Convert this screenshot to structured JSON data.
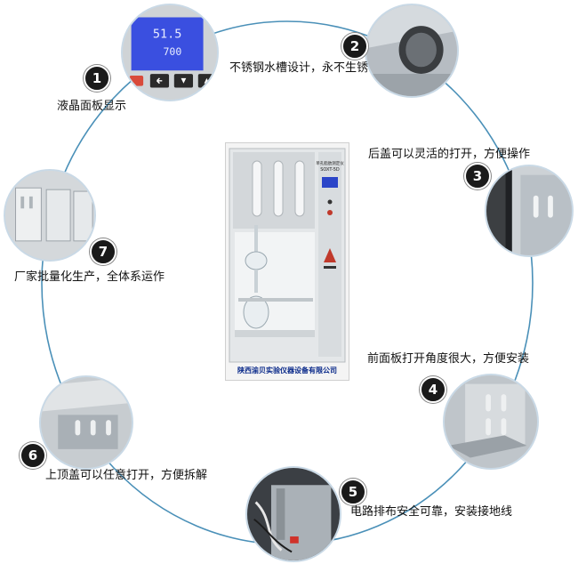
{
  "features": [
    {
      "num": "1",
      "caption": "液晶面板显示",
      "icon": "lcd-panel"
    },
    {
      "num": "2",
      "caption": "不锈钢水槽设计，永不生锈",
      "icon": "stainless-tank"
    },
    {
      "num": "3",
      "caption": "后盖可以灵活的打开，方便操作",
      "icon": "rear-cover"
    },
    {
      "num": "4",
      "caption": "前面板打开角度很大，方便安装",
      "icon": "front-panel"
    },
    {
      "num": "5",
      "caption": "电路排布安全可靠，安装接地线",
      "icon": "circuit-wiring"
    },
    {
      "num": "6",
      "caption": "上顶盖可以任意打开，方便拆解",
      "icon": "top-cover"
    },
    {
      "num": "7",
      "caption": "厂家批量化生产，全体系运作",
      "icon": "production-line"
    }
  ],
  "lcd": {
    "line1": "51.5",
    "line2": "700",
    "btn_left": "Shift/SET",
    "btn_mid": "Dec/Sub",
    "btn_right": "Inc"
  },
  "product": {
    "name_label": "单孔脂肪测定仪",
    "model": "SOXT-5D",
    "maker": "陕西渝贝实验仪器设备有限公司"
  },
  "colors": {
    "ring": "#4a90b8",
    "badge": "#1a1a1a",
    "maker_text": "#0a2a8a"
  }
}
